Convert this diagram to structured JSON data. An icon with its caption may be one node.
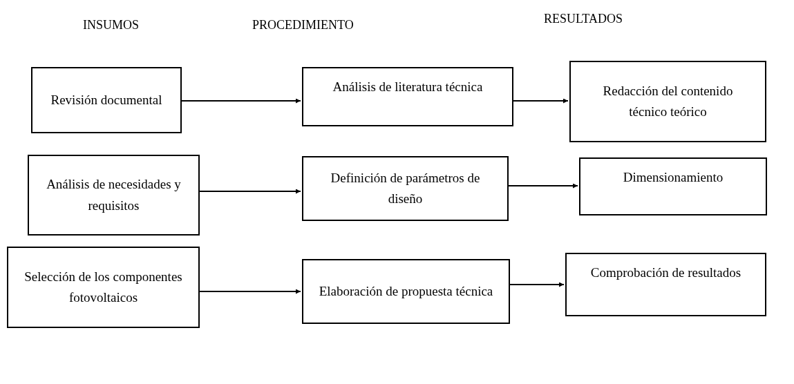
{
  "diagram": {
    "nodes": [
      {
        "text": [
          "Revisión documental"
        ]
      },
      {
        "text": [
          "Análisis de literatura técnica"
        ]
      },
      {
        "text": [
          "Redacción del contenido técnico teórico"
        ]
      },
      {
        "text": [
          "Análisis de necesidades y requisitos"
        ]
      },
      {
        "text": [
          "Definición de parámetros de diseño"
        ]
      },
      {
        "text": [
          "Dimensionamiento"
        ]
      },
      {
        "text": [
          "Selección de los componentes fotovoltaicos"
        ]
      },
      {
        "text": [
          "Elaboración de propuesta técnica"
        ]
      },
      {
        "text": [
          "Comprobación de resultados"
        ]
      }
    ],
    "edges": [
      {
        "from": 0,
        "to": 1,
        "arrow": "to"
      },
      {
        "from": 1,
        "to": 2,
        "arrow": "to"
      },
      {
        "from": 3,
        "to": 4,
        "arrow": "to"
      },
      {
        "from": 4,
        "to": 5,
        "arrow": "to"
      },
      {
        "from": 6,
        "to": 7,
        "arrow": "to"
      },
      {
        "from": 7,
        "to": 8,
        "arrow": "to"
      }
    ],
    "labels": [
      "INSUMOS",
      "PROCEDIMIENTO",
      "RESULTADOS"
    ]
  }
}
